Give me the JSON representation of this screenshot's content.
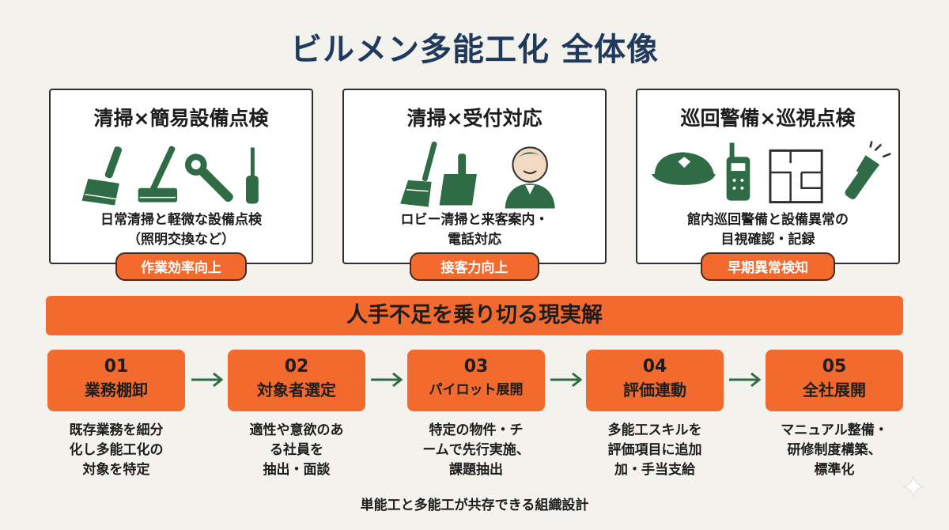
{
  "title": "ビルメン多能工化 全体像",
  "colors": {
    "accent": "#f26a2e",
    "green": "#2f6b45",
    "title": "#1f3a5c",
    "background": "#f4f2ec"
  },
  "cards": [
    {
      "title": "清掃×簡易設備点検",
      "icons": [
        "hand-brush-icon",
        "floor-brush-icon",
        "wrench-icon",
        "screwdriver-icon"
      ],
      "desc": [
        "日常清掃と軽微な設備点検",
        "（照明交換など）"
      ],
      "badge": "作業効率向上"
    },
    {
      "title": "清掃×受付対応",
      "icons": [
        "broom-icon",
        "dustpan-icon",
        "receptionist-icon"
      ],
      "desc": [
        "ロビー清掃と来客案内・",
        "電話対応"
      ],
      "badge": "接客力向上"
    },
    {
      "title": "巡回警備×巡視点検",
      "icons": [
        "guard-cap-icon",
        "radio-transceiver-icon",
        "floor-plan-icon",
        "flashlight-icon"
      ],
      "desc": [
        "館内巡回警備と設備異常の",
        "目視確認・記録"
      ],
      "badge": "早期異常検知"
    }
  ],
  "banner": "人手不足を乗り切る現実解",
  "steps": [
    {
      "num": "01",
      "label": "業務棚卸",
      "desc": [
        "既存業務を細分",
        "化し多能工化の",
        "対象を特定"
      ]
    },
    {
      "num": "02",
      "label": "対象者選定",
      "desc": [
        "適性や意欲のあ",
        "る社員を",
        "抽出・面談"
      ]
    },
    {
      "num": "03",
      "label": "パイロット展開",
      "desc": [
        "特定の物件・チ",
        "ームで先行実施、",
        "課題抽出"
      ]
    },
    {
      "num": "04",
      "label": "評価連動",
      "desc": [
        "多能工スキルを",
        "評価項目に追加",
        "加・手当支給"
      ]
    },
    {
      "num": "05",
      "label": "全社展開",
      "desc": [
        "マニュアル整備・",
        "研修制度構築、",
        "標準化"
      ]
    }
  ],
  "footer": "単能工と多能工が共存できる組織設計"
}
